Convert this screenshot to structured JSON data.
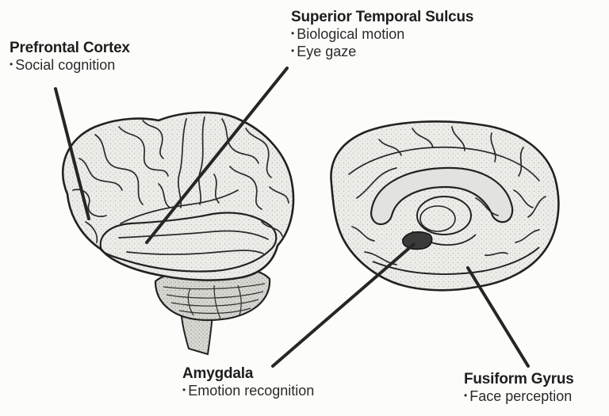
{
  "labels": {
    "prefrontal": {
      "title": "Prefrontal Cortex",
      "items": [
        "Social cognition"
      ]
    },
    "sts": {
      "title": "Superior Temporal Sulcus",
      "items": [
        "Biological motion",
        "Eye gaze"
      ]
    },
    "amygdala": {
      "title": "Amygdala",
      "items": [
        "Emotion recognition"
      ]
    },
    "fusiform": {
      "title": "Fusiform Gyrus",
      "items": [
        "Face perception"
      ]
    }
  },
  "bullet": "•",
  "colors": {
    "ink": "#222222",
    "brain_fill": "#ebebe7",
    "background": "#fcfcfa"
  }
}
